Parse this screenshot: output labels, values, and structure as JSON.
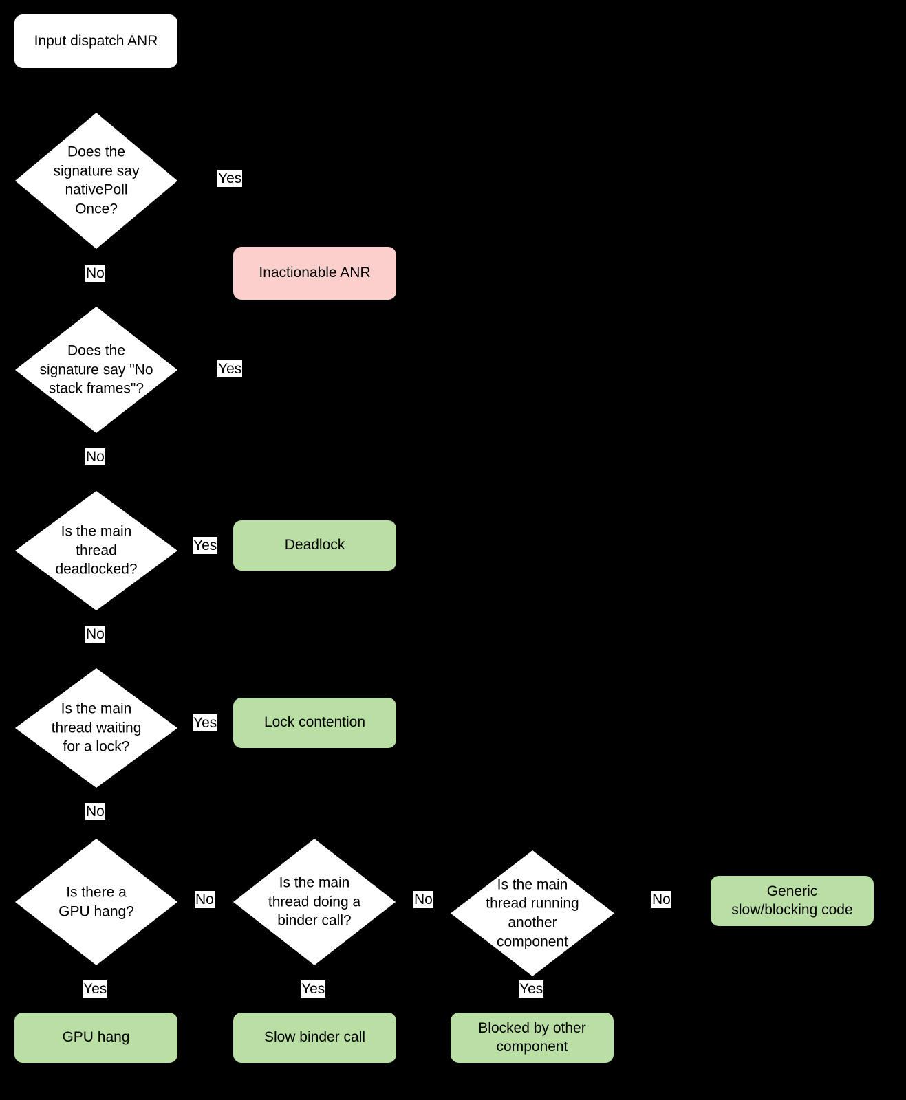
{
  "diagram": {
    "title": "Input dispatch ANR triage flowchart",
    "background_color": "#000000",
    "colors": {
      "start_fill": "#ffffff",
      "decision_fill": "#ffffff",
      "inactionable_fill": "#fbd0cc",
      "outcome_fill": "#b9dfa4",
      "text": "#000000",
      "edge_label_bg": "#ffffff"
    }
  },
  "nodes": {
    "start": {
      "label": "Input dispatch ANR"
    },
    "q1": {
      "label": "Does the\nsignature say\nnativePoll\nOnce?"
    },
    "q2": {
      "label": "Does the\nsignature say \"No\nstack frames\"?"
    },
    "q3": {
      "label": "Is the main\nthread\ndeadlocked?"
    },
    "q4": {
      "label": "Is the main\nthread waiting\nfor a lock?"
    },
    "q5": {
      "label": "Is there a\nGPU hang?"
    },
    "q6": {
      "label": "Is the main\nthread doing a\nbinder call?"
    },
    "q7": {
      "label": "Is the main\nthread running\nanother\ncomponent"
    },
    "inactionable": {
      "label": "Inactionable ANR"
    },
    "deadlock": {
      "label": "Deadlock"
    },
    "lock_contention": {
      "label": "Lock contention"
    },
    "gpu_hang": {
      "label": "GPU hang"
    },
    "slow_binder": {
      "label": "Slow binder call"
    },
    "blocked_other": {
      "label": "Blocked by other\ncomponent"
    },
    "generic_slow": {
      "label": "Generic\nslow/blocking code"
    }
  },
  "edge_labels": {
    "q1_yes": "Yes",
    "q1_no": "No",
    "q2_yes": "Yes",
    "q2_no": "No",
    "q3_yes": "Yes",
    "q3_no": "No",
    "q4_yes": "Yes",
    "q4_no": "No",
    "q5_no": "No",
    "q5_yes": "Yes",
    "q6_no": "No",
    "q6_yes": "Yes",
    "q7_no": "No",
    "q7_yes": "Yes"
  }
}
